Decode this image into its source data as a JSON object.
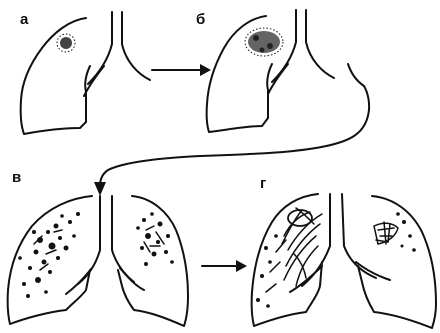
{
  "panels": [
    {
      "id": "a",
      "label": "а"
    },
    {
      "id": "b",
      "label": "б"
    },
    {
      "id": "v",
      "label": "в"
    },
    {
      "id": "g",
      "label": "г"
    }
  ],
  "colors": {
    "ink": "#111111",
    "background": "#ffffff"
  }
}
